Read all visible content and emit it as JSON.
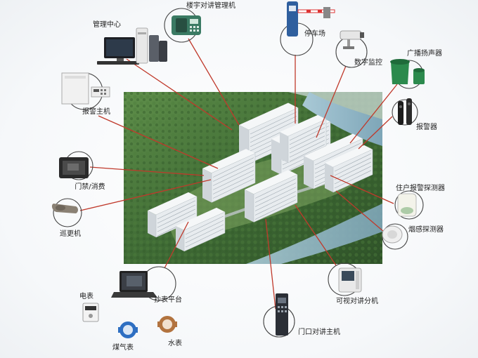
{
  "nodes": [
    {
      "id": "center",
      "label": "管理中心",
      "icon": "computer-workstation-icon"
    },
    {
      "id": "building-intercom-manager",
      "label": "楼宇对讲管理机",
      "icon": "desk-phone-icon"
    },
    {
      "id": "parking",
      "label": "停车场",
      "icon": "parking-barrier-icon"
    },
    {
      "id": "digital-monitor",
      "label": "数字监控",
      "icon": "cctv-camera-icon"
    },
    {
      "id": "broadcast-speaker",
      "label": "广播扬声器",
      "icon": "speaker-icon"
    },
    {
      "id": "alarm-host",
      "label": "报警主机",
      "icon": "alarm-panel-icon"
    },
    {
      "id": "alarm-device",
      "label": "报警器",
      "icon": "beam-sensor-icon"
    },
    {
      "id": "access-control",
      "label": "门禁/消费",
      "icon": "card-reader-icon"
    },
    {
      "id": "resident-alarm-detector",
      "label": "住户报警探测器",
      "icon": "motion-detector-icon"
    },
    {
      "id": "patrol",
      "label": "巡更机",
      "icon": "patrol-wand-icon"
    },
    {
      "id": "smoke-detector",
      "label": "烟感探测器",
      "icon": "smoke-detector-icon"
    },
    {
      "id": "video-intercom-extension",
      "label": "可视对讲分机",
      "icon": "video-phone-icon"
    },
    {
      "id": "meter-reading-platform",
      "label": "抄表平台",
      "icon": "laptop-icon"
    },
    {
      "id": "electric-meter",
      "label": "电表",
      "icon": "electric-meter-icon"
    },
    {
      "id": "gas-meter",
      "label": "煤气表",
      "icon": "gas-meter-icon"
    },
    {
      "id": "water-meter",
      "label": "水表",
      "icon": "water-meter-icon"
    },
    {
      "id": "door-intercom-host",
      "label": "门口对讲主机",
      "icon": "door-intercom-icon"
    }
  ],
  "colors": {
    "connector": "#c0392b",
    "circle": "#444444",
    "river": "#8fb3c2",
    "forest": "#3f6b35",
    "building": "#e8ecef"
  }
}
